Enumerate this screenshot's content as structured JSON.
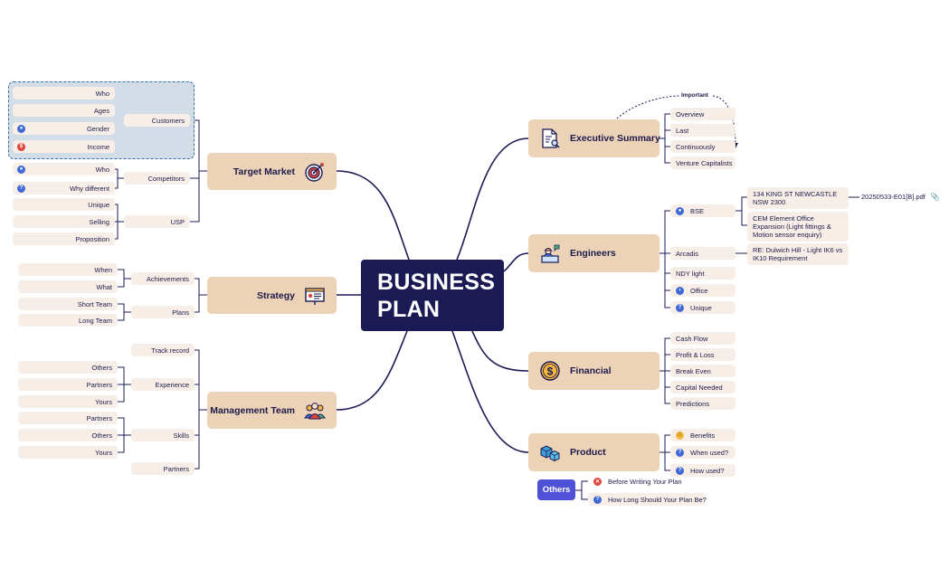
{
  "center": {
    "title": "BUSINESS PLAN"
  },
  "target_market": {
    "label": "Target Market",
    "icon": "target-icon",
    "customers": {
      "label": "Customers",
      "items": [
        "Who",
        "Ages",
        "Gender",
        "Income"
      ]
    },
    "competitors": {
      "label": "Competitors",
      "items": [
        "Who",
        "Why different"
      ]
    },
    "usp": {
      "label": "USP",
      "items": [
        "Unique",
        "Selling",
        "Proposition"
      ]
    }
  },
  "strategy": {
    "label": "Strategy",
    "icon": "presentation-board-icon",
    "achievements": {
      "label": "Achievements",
      "items": [
        "When",
        "What"
      ]
    },
    "plans": {
      "label": "Plans",
      "items": [
        "Short Team",
        "Long Team"
      ]
    }
  },
  "management_team": {
    "label": "Management Team",
    "icon": "team-icon",
    "track_record": "Track record",
    "experience": {
      "label": "Experience",
      "items": [
        "Others",
        "Partners",
        "Yours"
      ]
    },
    "skills": {
      "label": "Skills",
      "items": [
        "Partners",
        "Others",
        "Yours"
      ]
    },
    "partners": "Partners"
  },
  "executive_summary": {
    "label": "Executive Summary",
    "icon": "document-search-icon",
    "items": [
      "Overview",
      "Last",
      "Continuously",
      "Venture Capitalists"
    ],
    "relationship_label": "Important"
  },
  "engineers": {
    "label": "Engineers",
    "icon": "engineer-icon",
    "bse": {
      "label": "BSE",
      "address": "134 KING ST NEWCASTLE NSW 2300",
      "attachment": "20250533-E01[B].pdf",
      "cem": "CEM Element Office Expansion (Light fittings & Motion sensor enquiry)"
    },
    "arcadis": {
      "label": "Arcadis",
      "note": "RE: Dulwich Hill - Light IK6 vs IK10 Requirement"
    },
    "items": [
      "NDY light",
      "Office",
      "Unique"
    ]
  },
  "financial": {
    "label": "Financial",
    "icon": "dollar-coin-icon",
    "items": [
      "Cash Flow",
      "Profit & Loss",
      "Break Even",
      "Capital Needed",
      "Predictions"
    ]
  },
  "product": {
    "label": "Product",
    "icon": "boxes-icon",
    "items": [
      "Benefits",
      "When used?",
      "How used?"
    ]
  },
  "others": {
    "label": "Others",
    "items": [
      "Before Writing Your Plan",
      "How Long Should Your Plan Be?"
    ]
  },
  "colors": {
    "center": "#1b1a55",
    "main_topic": "#ecd3b8",
    "subtopic": "#f6eee7",
    "boundary": "#d3dde7",
    "others": "#4f52d6"
  }
}
